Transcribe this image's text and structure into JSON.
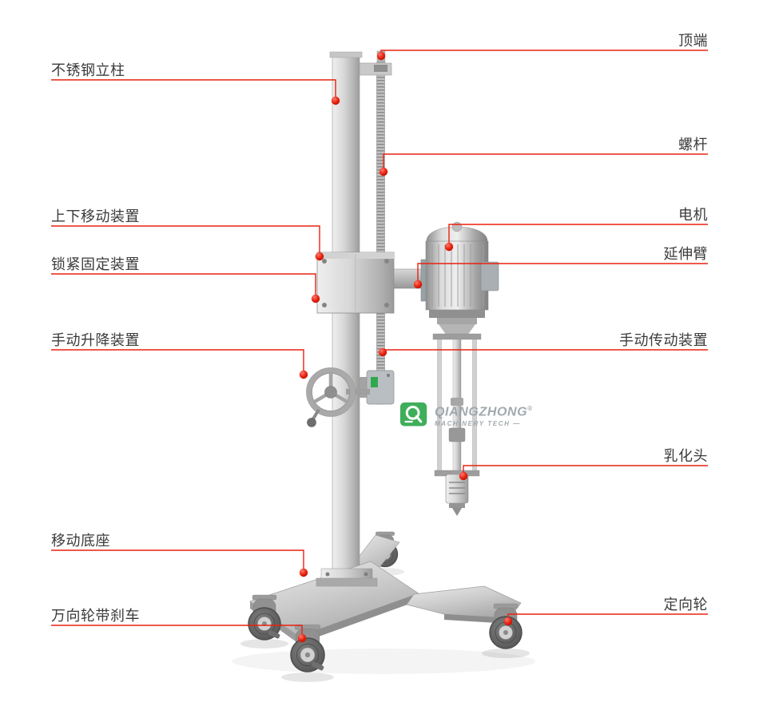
{
  "colors": {
    "callout_red": "#e8220f",
    "label_text": "#3b3b3b",
    "logo_green": "#2fa84d",
    "logo_text_gray": "#9aa2a8",
    "steel_light": "#e9e9e9",
    "steel_dark": "#9a9a9a"
  },
  "labels": {
    "left": [
      {
        "text": "不锈钢立柱"
      },
      {
        "text": "上下移动装置"
      },
      {
        "text": "锁紧固定装置"
      },
      {
        "text": "手动升降装置"
      },
      {
        "text": "移动底座"
      },
      {
        "text": "万向轮带刹车"
      }
    ],
    "right": [
      {
        "text": "顶端"
      },
      {
        "text": "螺杆"
      },
      {
        "text": "电机"
      },
      {
        "text": "延伸臂"
      },
      {
        "text": "手动传动装置"
      },
      {
        "text": "乳化头"
      },
      {
        "text": "定向轮"
      }
    ]
  },
  "logo": {
    "brand": "QIANGZHONG",
    "registered": "®",
    "tagline": "MACHINERY TECH —"
  }
}
